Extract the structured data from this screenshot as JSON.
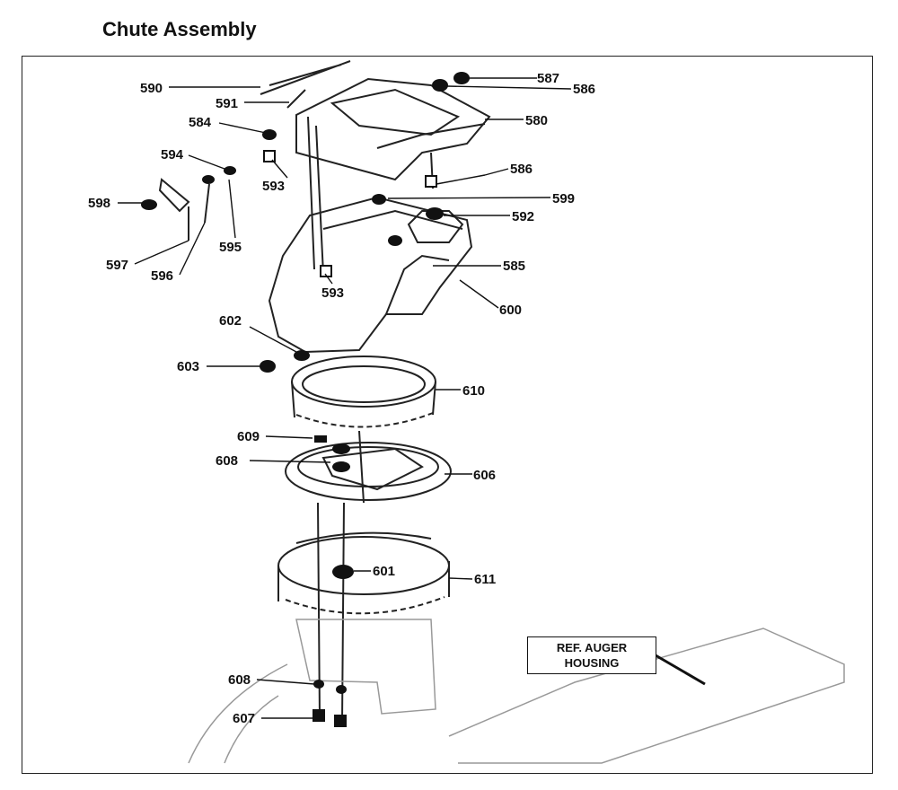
{
  "title": "Chute Assembly",
  "reference": {
    "line1": "REF. AUGER",
    "line2": "HOUSING"
  },
  "part_labels": {
    "p590": "590",
    "p591": "591",
    "p587": "587",
    "p586a": "586",
    "p584": "584",
    "p580": "580",
    "p594": "594",
    "p593a": "593",
    "p586b": "586",
    "p598": "598",
    "p599": "599",
    "p592": "592",
    "p595": "595",
    "p597": "597",
    "p596": "596",
    "p585": "585",
    "p593b": "593",
    "p600": "600",
    "p602": "602",
    "p603": "603",
    "p610": "610",
    "p609": "609",
    "p608a": "608",
    "p606": "606",
    "p601": "601",
    "p611": "611",
    "p608b": "608",
    "p607": "607"
  }
}
